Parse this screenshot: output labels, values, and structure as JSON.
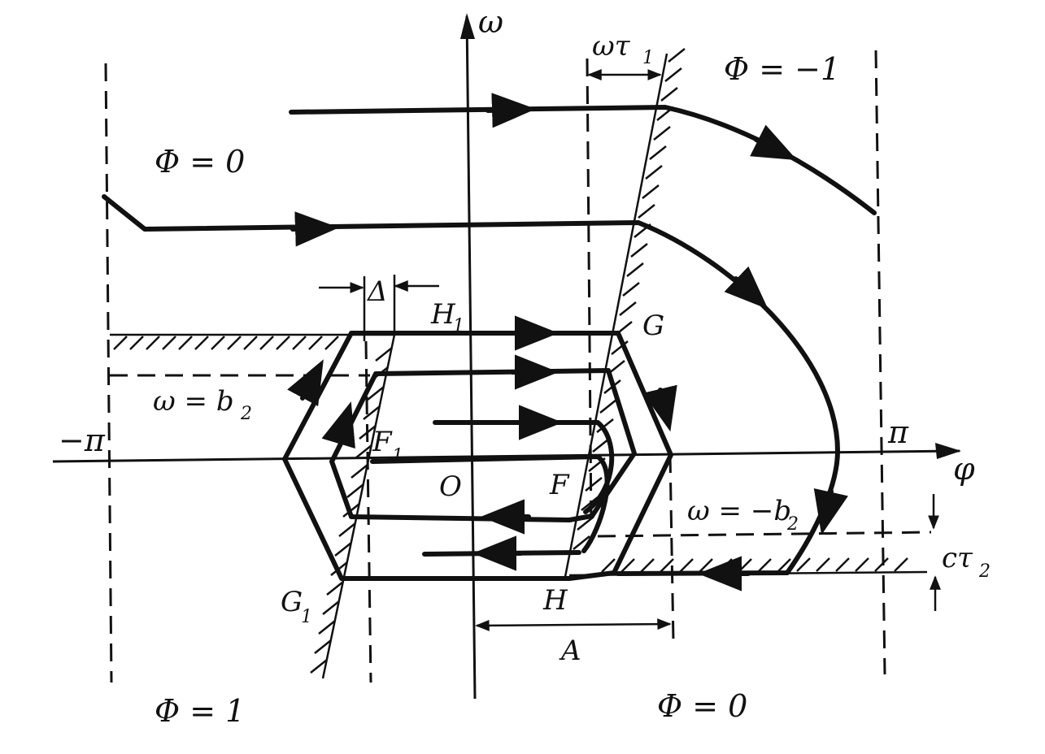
{
  "labels": {
    "omega_axis": "ω",
    "phi_axis": "φ",
    "minus_pi": "−π",
    "pi": "π",
    "origin": "O",
    "phi_zero_top": "Φ = 0",
    "phi_minus_one": "Φ = −1",
    "phi_one": "Φ = 1",
    "phi_zero_bottom": "Φ = 0",
    "omega_tau": "ωτ",
    "omega_tau_sub": "1",
    "delta": "Δ",
    "H1": "H",
    "H1_sub": "1",
    "G": "G",
    "G1": "G",
    "G1_sub": "1",
    "F": "F",
    "F1": "F",
    "F1_sub": "1",
    "H": "H",
    "A": "A",
    "omega_b2": "ω = b",
    "omega_b2_sub": "2",
    "omega_minus_b2": "ω = −b",
    "omega_minus_b2_sub": "2",
    "c_tau": "cτ",
    "c_tau_sub": "2"
  }
}
